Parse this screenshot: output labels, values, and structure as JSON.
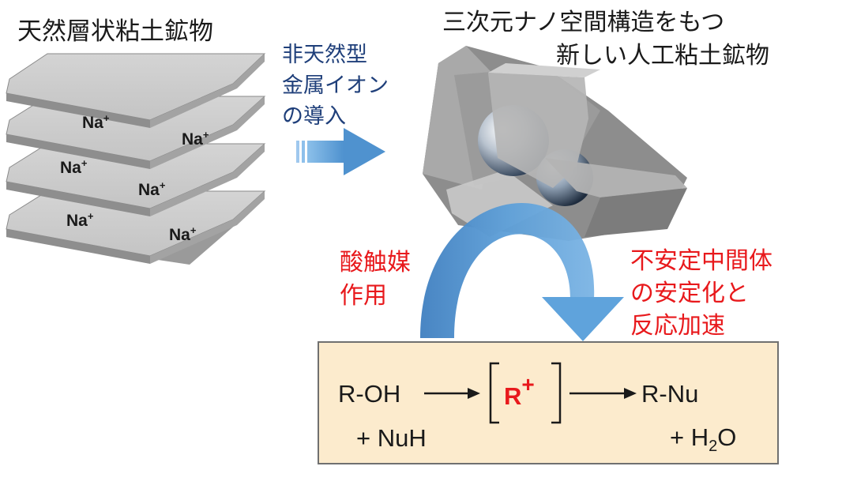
{
  "left": {
    "title": "天然層状粘土鉱物",
    "layer_labels": [
      "Na",
      "Na",
      "Na",
      "Na",
      "Na",
      "Na"
    ],
    "ion_charge": "+"
  },
  "middle": {
    "arrow_label_lines": [
      "非天然型",
      "金属イオン",
      "の導入"
    ]
  },
  "right": {
    "title_line1": "三次元ナノ空間構造をもつ",
    "title_line2": "新しい人工粘土鉱物"
  },
  "catalysis": {
    "left_label_lines": [
      "酸触媒",
      "作用"
    ],
    "right_label_lines": [
      "不安定中間体",
      "の安定化と",
      "反応加速"
    ]
  },
  "reaction": {
    "reactant": "R-OH",
    "nucleophile": "+ NuH",
    "intermediate": "R",
    "intermediate_charge": "+",
    "product": "R-Nu",
    "byproduct_prefix": "+ H",
    "byproduct_sub": "2",
    "byproduct_suffix": "O"
  },
  "colors": {
    "label_blue": "#1f3f7a",
    "label_red": "#e8191c",
    "arrow_blue": "#4f92cf",
    "box_fill": "#fcebcd"
  }
}
